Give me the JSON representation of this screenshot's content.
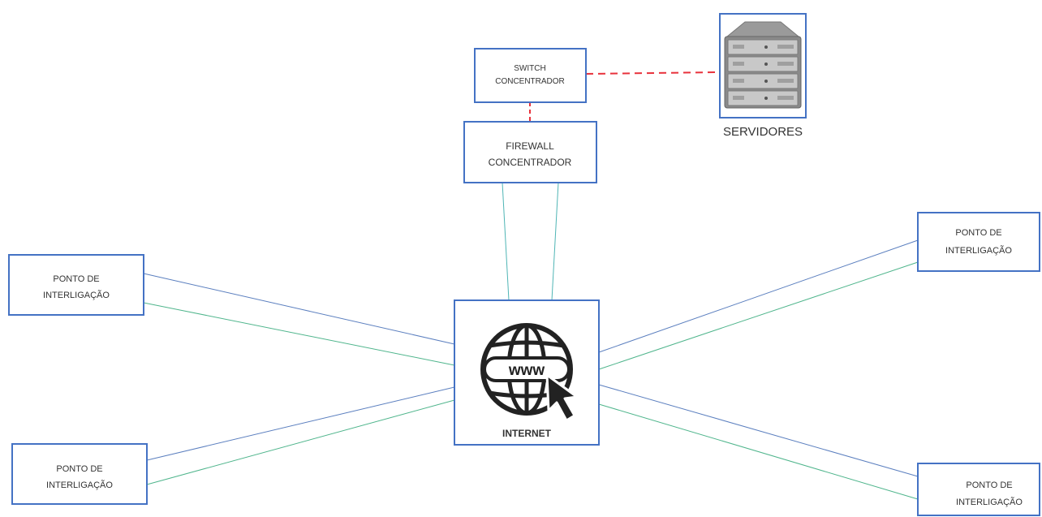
{
  "nodes": {
    "switch": {
      "line1": "SWITCH",
      "line2": "CONCENTRADOR"
    },
    "firewall": {
      "line1": "FIREWALL",
      "line2": "CONCENTRADOR"
    },
    "servers": {
      "label": "SERVIDORES",
      "icon": "server-rack-icon"
    },
    "internet": {
      "label": "INTERNET",
      "icon": "www-globe-icon",
      "globe_text": "www"
    },
    "point_left_top": {
      "line1": "PONTO DE",
      "line2": "INTERLIGAÇÃO"
    },
    "point_left_bottom": {
      "line1": "PONTO DE",
      "line2": "INTERLIGAÇÃO"
    },
    "point_right_top": {
      "line1": "PONTO DE",
      "line2": "INTERLIGAÇÃO"
    },
    "point_right_bottom": {
      "line1": "PONTO DE",
      "line2": "INTERLIGAÇÃO"
    }
  },
  "colors": {
    "box_border": "#4472c4",
    "link_blue": "#5b7fbf",
    "link_green": "#4fb58c",
    "dashed_red": "#e8323c"
  }
}
